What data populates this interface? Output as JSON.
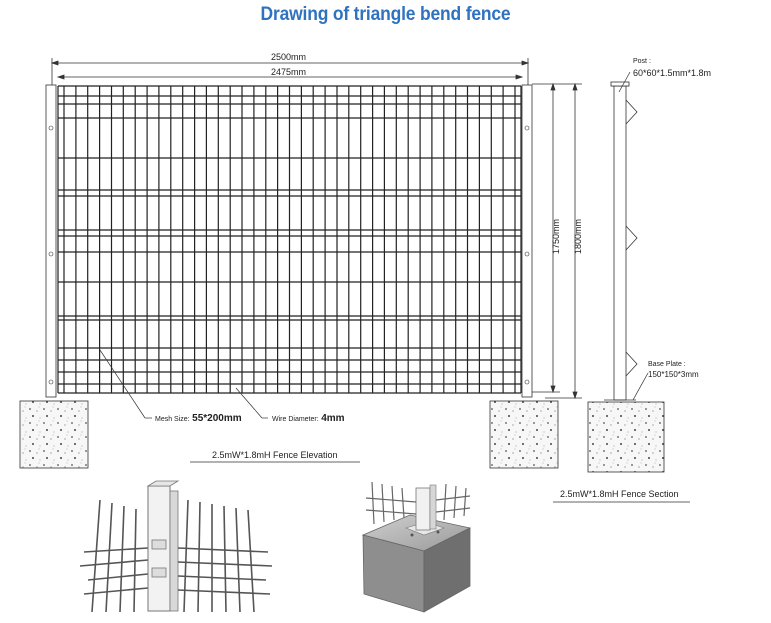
{
  "title": "Drawing of triangle bend fence",
  "dimensions": {
    "total_width": "2500mm",
    "panel_width": "2475mm",
    "panel_height": "1750mm",
    "total_height": "1800mm"
  },
  "labels": {
    "mesh_size_label": "Mesh Size:",
    "mesh_size_value": "55*200mm",
    "wire_diameter_label": "Wire Diameter:",
    "wire_diameter_value": "4mm",
    "post_label": "Post :",
    "post_value": "60*60*1.5mm*1.8m",
    "base_plate_label": "Base Plate :",
    "base_plate_value": "150*150*3mm"
  },
  "captions": {
    "elevation": "2.5mW*1.8mH Fence Elevation",
    "section": "2.5mW*1.8mH Fence Section"
  }
}
